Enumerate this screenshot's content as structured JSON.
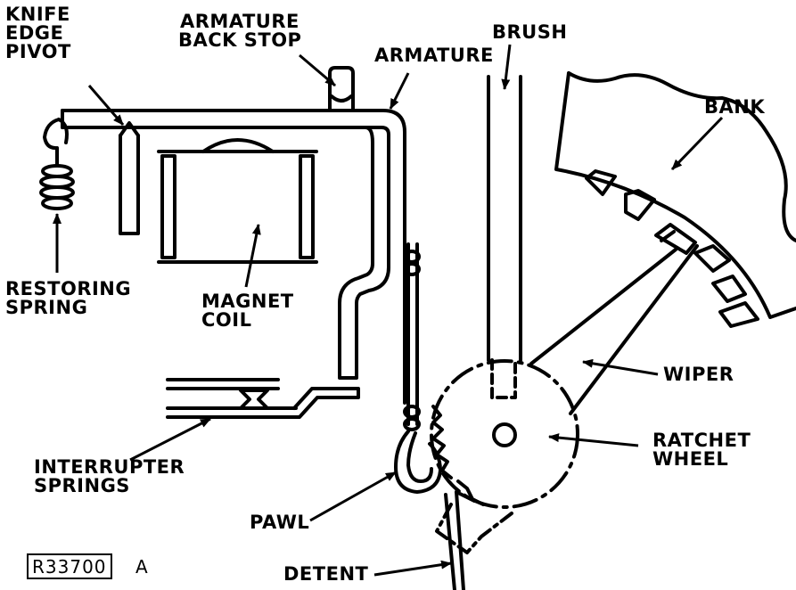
{
  "labels": {
    "knife_edge_pivot": [
      "KNIFE",
      "EDGE",
      "PIVOT"
    ],
    "armature_back_stop": [
      "ARMATURE",
      "BACK STOP"
    ],
    "armature": "ARMATURE",
    "brush": "BRUSH",
    "bank": "BANK",
    "restoring_spring": [
      "RESTORING",
      "SPRING"
    ],
    "magnet_coil": [
      "MAGNET",
      "COIL"
    ],
    "wiper": "WIPER",
    "ratchet_wheel": [
      "RATCHET",
      "WHEEL"
    ],
    "interrupter_springs": [
      "INTERRUPTER",
      "SPRINGS"
    ],
    "pawl": "PAWL",
    "detent": "DETENT"
  },
  "reference": {
    "code": "R33700",
    "suffix": "A"
  }
}
